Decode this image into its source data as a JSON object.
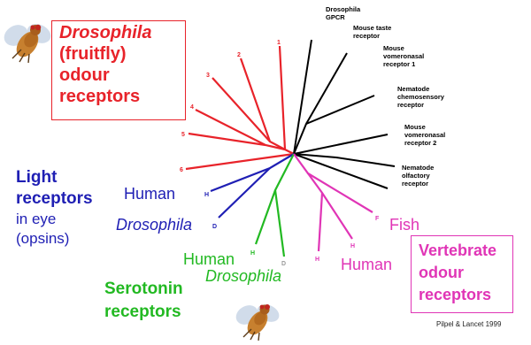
{
  "colors": {
    "olfactory_red": "#e8232a",
    "light_blue": "#1f1fb4",
    "serotonin_green": "#22b922",
    "vertebrate_magenta": "#e035b6",
    "other_black": "#000000",
    "leaf_gray": "#9a9a9a"
  },
  "fly_box": {
    "line1": "Drosophila",
    "line2": "(fruitfly)",
    "line3": "odour",
    "line4": "receptors"
  },
  "light": {
    "line1": "Light",
    "line2": "receptors",
    "line3": "in eye",
    "line4": "(opsins)"
  },
  "serotonin": {
    "line1": "Serotonin",
    "line2": "receptors"
  },
  "vertebrate_box": {
    "line1": "Vertebrate",
    "line2": "odour",
    "line3": "receptors"
  },
  "branch_labels": {
    "human_light": "Human",
    "drosophila_light": "Drosophila",
    "human_serotonin": "Human",
    "drosophila_serotonin": "Drosophila",
    "fish": "Fish",
    "human_vertebrate": "Human"
  },
  "right_labels": [
    [
      "Drosophila",
      "GPCR"
    ],
    [
      "Mouse taste",
      "receptor"
    ],
    [
      "Mouse",
      "vomeronasal",
      "receptor 1"
    ],
    [
      "Nematode",
      "chemosensory",
      "receptor"
    ],
    [
      "Mouse",
      "vomeronasal",
      "receptor 2"
    ],
    [
      "Nematode",
      "olfactory",
      "receptor"
    ]
  ],
  "leaf_tags": {
    "red": [
      "1",
      "2",
      "3",
      "4",
      "5",
      "6"
    ],
    "blue": [
      "H",
      "D"
    ],
    "green": [
      "H",
      "D"
    ],
    "magenta": [
      "F",
      "H",
      "H"
    ]
  },
  "citation": "Pilpel & Lancet 1999"
}
